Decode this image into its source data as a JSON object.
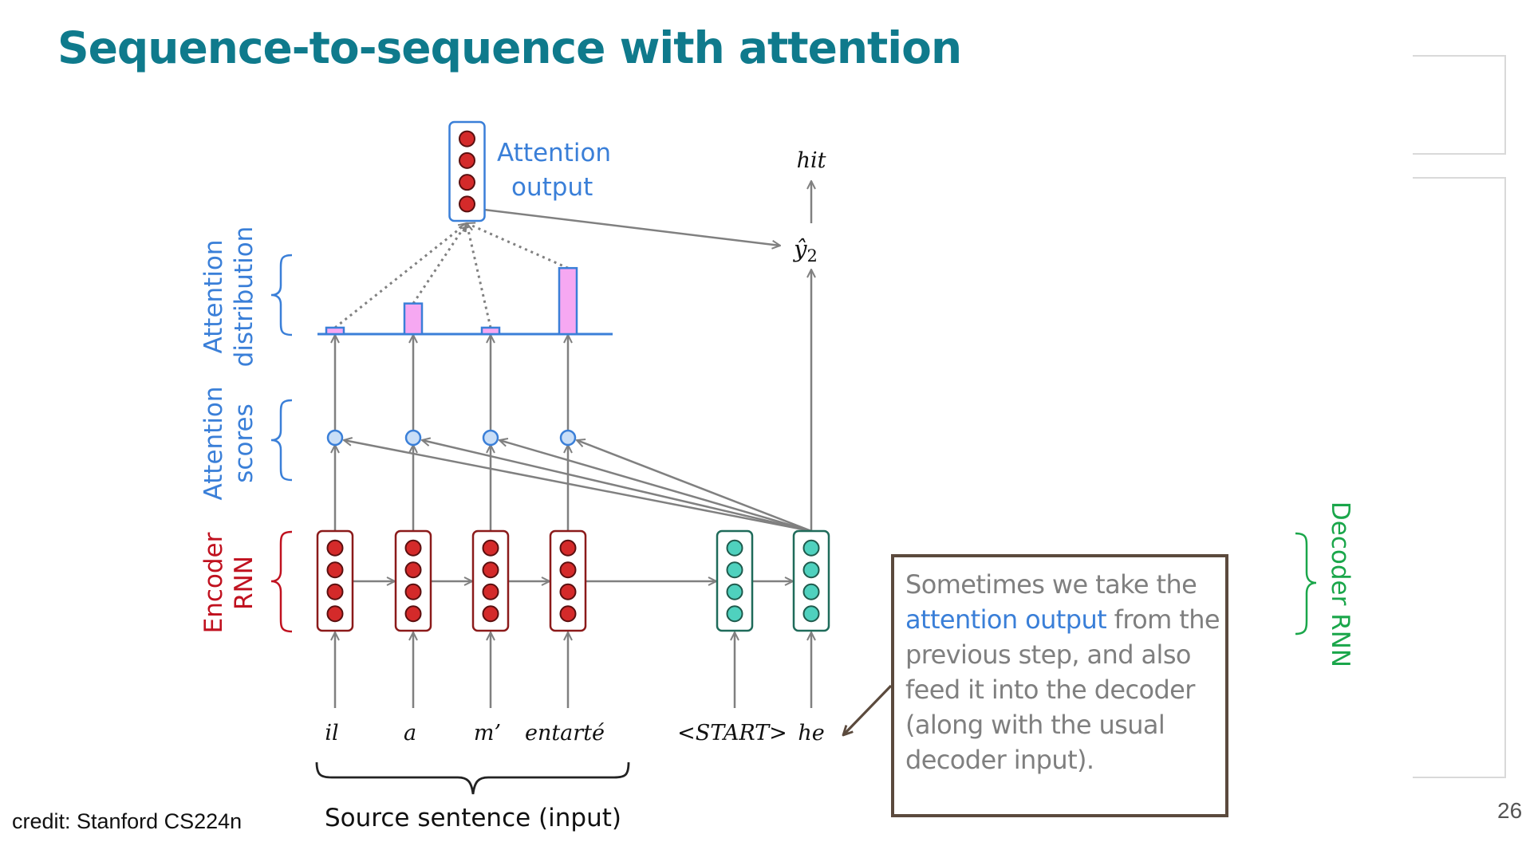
{
  "slide": {
    "title": "Sequence-to-sequence with attention",
    "credit": "credit: Stanford CS224n",
    "page_number": "26"
  },
  "colors": {
    "title": "#0f7a8c",
    "attention_blue": "#3a7fd8",
    "encoder_red": "#c0111f",
    "decoder_green": "#1aa64a",
    "encoder_dot": "#d42a2a",
    "decoder_dot": "#4fd1be",
    "bar_fill": "#f6a8f2",
    "arrow_gray": "#808080",
    "callout_border": "#5b4a3d"
  },
  "diagram": {
    "attention_output_label": [
      "Attention",
      "output"
    ],
    "side_labels": {
      "attention_distribution": [
        "Attention",
        "distribution"
      ],
      "attention_scores": [
        "Attention",
        "scores"
      ],
      "encoder_rnn": [
        "Encoder",
        "RNN"
      ],
      "decoder_rnn": "Decoder RNN"
    },
    "source_words": [
      "il",
      "a",
      "m’",
      "entarté"
    ],
    "decoder_inputs": [
      "<START>",
      "he"
    ],
    "output_prediction": "ŷ",
    "output_prediction_subscript": "2",
    "output_word": "hit",
    "source_sentence_label": "Source sentence (input)",
    "attention_distribution_values": [
      0.08,
      0.38,
      0.08,
      0.82
    ],
    "hidden_state_size": 4
  },
  "callout": {
    "line1": "Sometimes we take the",
    "highlight": "attention output",
    "line2_rest": " from the",
    "line3": "previous step, and also",
    "line4": "feed it into the decoder",
    "line5": "(along with the usual",
    "line6": "decoder input)."
  }
}
